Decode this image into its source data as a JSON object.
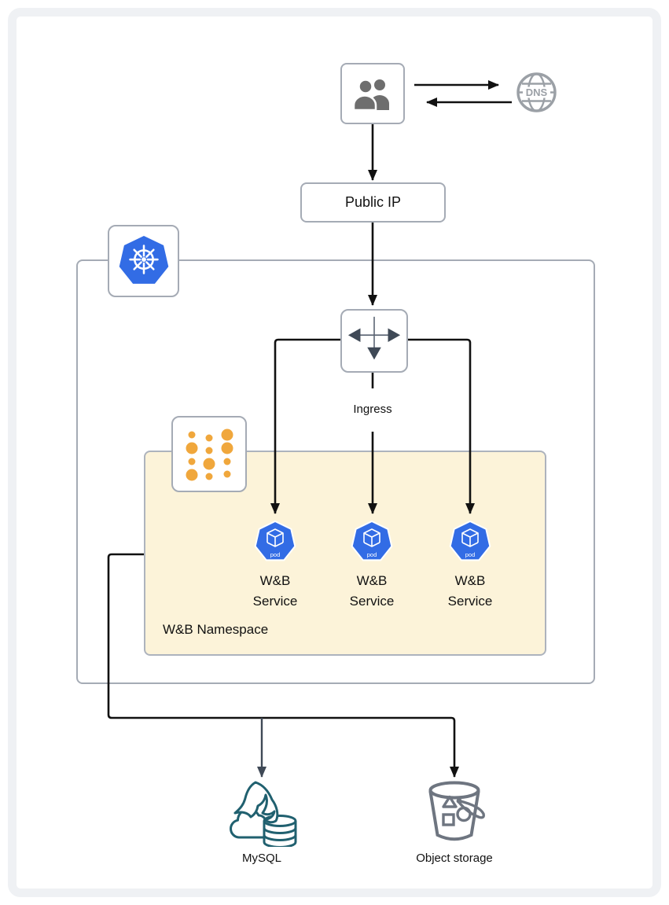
{
  "diagram": {
    "users": {
      "icon": "users-icon"
    },
    "dns": {
      "label": "DNS"
    },
    "public_ip": {
      "label": "Public IP"
    },
    "kubernetes_cluster": {
      "icon": "kubernetes-logo"
    },
    "ingress": {
      "label": "Ingress"
    },
    "namespace": {
      "label": "W&B Namespace",
      "icon": "namespace-dots-icon",
      "services": [
        {
          "label": "W&B Service",
          "badge": "pod"
        },
        {
          "label": "W&B Service",
          "badge": "pod"
        },
        {
          "label": "W&B Service",
          "badge": "pod"
        }
      ]
    },
    "mysql": {
      "label": "MySQL"
    },
    "object_storage": {
      "label": "Object storage"
    },
    "colors": {
      "kubernetes_blue": "#326ce5",
      "namespace_fill": "#fcf3d9",
      "dot_orange": "#f0a73c",
      "mysql_teal": "#20606f",
      "line_black": "#111111",
      "arrow_slate": "#3f4956",
      "icon_gray": "#6e7580",
      "border_gray": "#a5abb5"
    }
  }
}
